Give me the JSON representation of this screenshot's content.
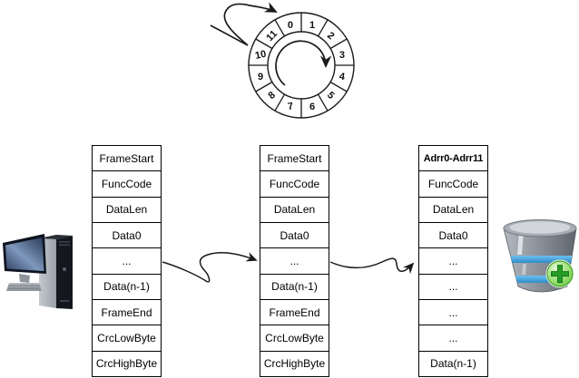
{
  "diagram": {
    "ring": {
      "numbers": [
        "0",
        "1",
        "2",
        "3",
        "4",
        "5",
        "6",
        "7",
        "8",
        "9",
        "10",
        "11"
      ]
    },
    "tables": [
      {
        "name": "frame-table-left",
        "rows": [
          "FrameStart",
          "FuncCode",
          "DataLen",
          "Data0",
          "...",
          "Data(n-1)",
          "FrameEnd",
          "CrcLowByte",
          "CrcHighByte"
        ],
        "bold_rows": []
      },
      {
        "name": "frame-table-middle",
        "rows": [
          "FrameStart",
          "FuncCode",
          "DataLen",
          "Data0",
          "...",
          "Data(n-1)",
          "FrameEnd",
          "CrcLowByte",
          "CrcHighByte"
        ],
        "bold_rows": []
      },
      {
        "name": "frame-table-right",
        "rows": [
          "Adrr0-Adrr11",
          "FuncCode",
          "DataLen",
          "Data0",
          "...",
          "...",
          "...",
          "...",
          "Data(n-1)"
        ],
        "bold_rows": [
          0
        ]
      }
    ],
    "icons": {
      "left_device": "desktop-computer-icon",
      "right_device": "database-add-icon",
      "ring_inner": "clockwise-spiral-arrow-icon",
      "ring_entry": "loop-arrow-icon"
    },
    "colors": {
      "line": "#1a1a1a",
      "screen_blue_mid": "#7e97bc",
      "band_blue": "#45a8e0",
      "plus_green": "#259b25"
    }
  }
}
